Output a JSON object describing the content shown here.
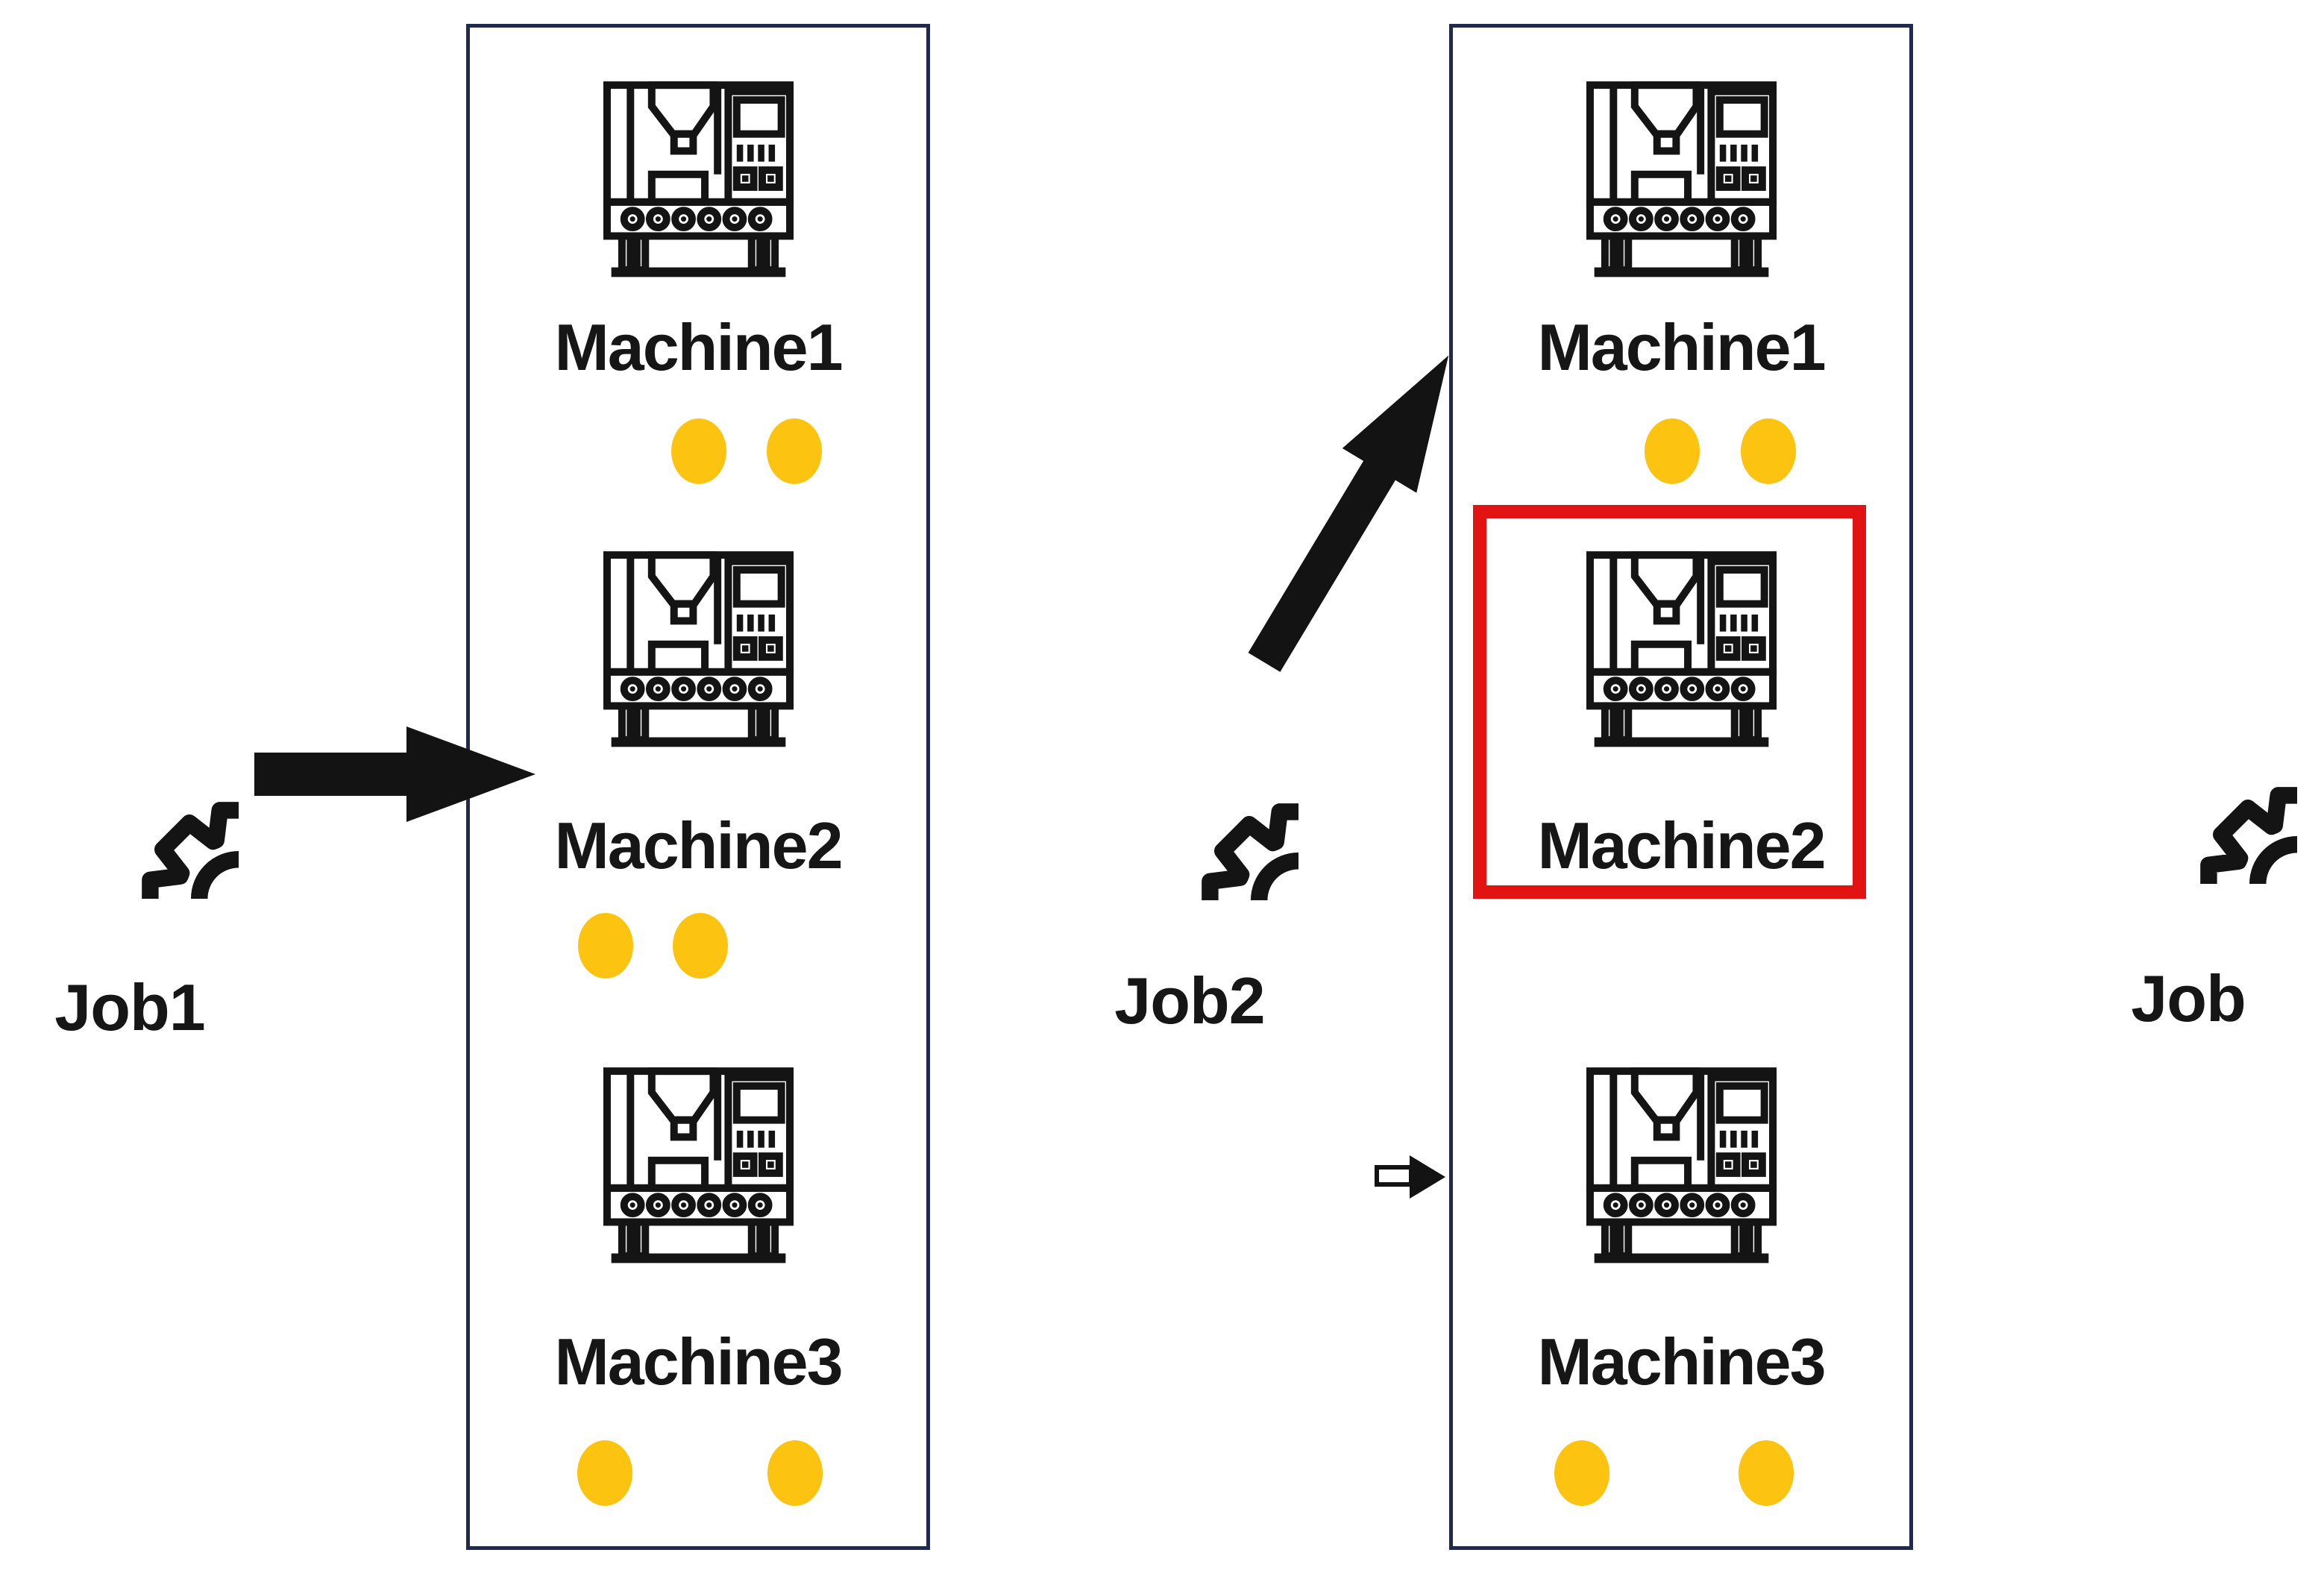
{
  "colors": {
    "background": "#ffffff",
    "frame_navy": "#1f2a4c",
    "highlight_red": "#e21313",
    "token_yellow": "#fcc411",
    "ink": "#161616"
  },
  "jobs": [
    {
      "label": "Job1"
    },
    {
      "label": "Job2"
    },
    {
      "label": "Job"
    }
  ],
  "boxes": [
    {
      "machines": [
        {
          "label": "Machine1",
          "tokens": 2,
          "dot_offsets": [
            1,
            129
          ],
          "highlighted": false
        },
        {
          "label": "Machine2",
          "tokens": 2,
          "dot_offsets": [
            -124,
            3
          ],
          "highlighted": false
        },
        {
          "label": "Machine3",
          "tokens": 2,
          "dot_offsets": [
            -125,
            130
          ],
          "highlighted": false
        }
      ]
    },
    {
      "machines": [
        {
          "label": "Machine1",
          "tokens": 2,
          "dot_offsets": [
            -12,
            117
          ],
          "highlighted": false
        },
        {
          "label": "Machine2",
          "tokens": 0,
          "dot_offsets": [],
          "highlighted": true
        },
        {
          "label": "Machine3",
          "tokens": 2,
          "dot_offsets": [
            -133,
            114
          ],
          "highlighted": false
        }
      ]
    }
  ]
}
